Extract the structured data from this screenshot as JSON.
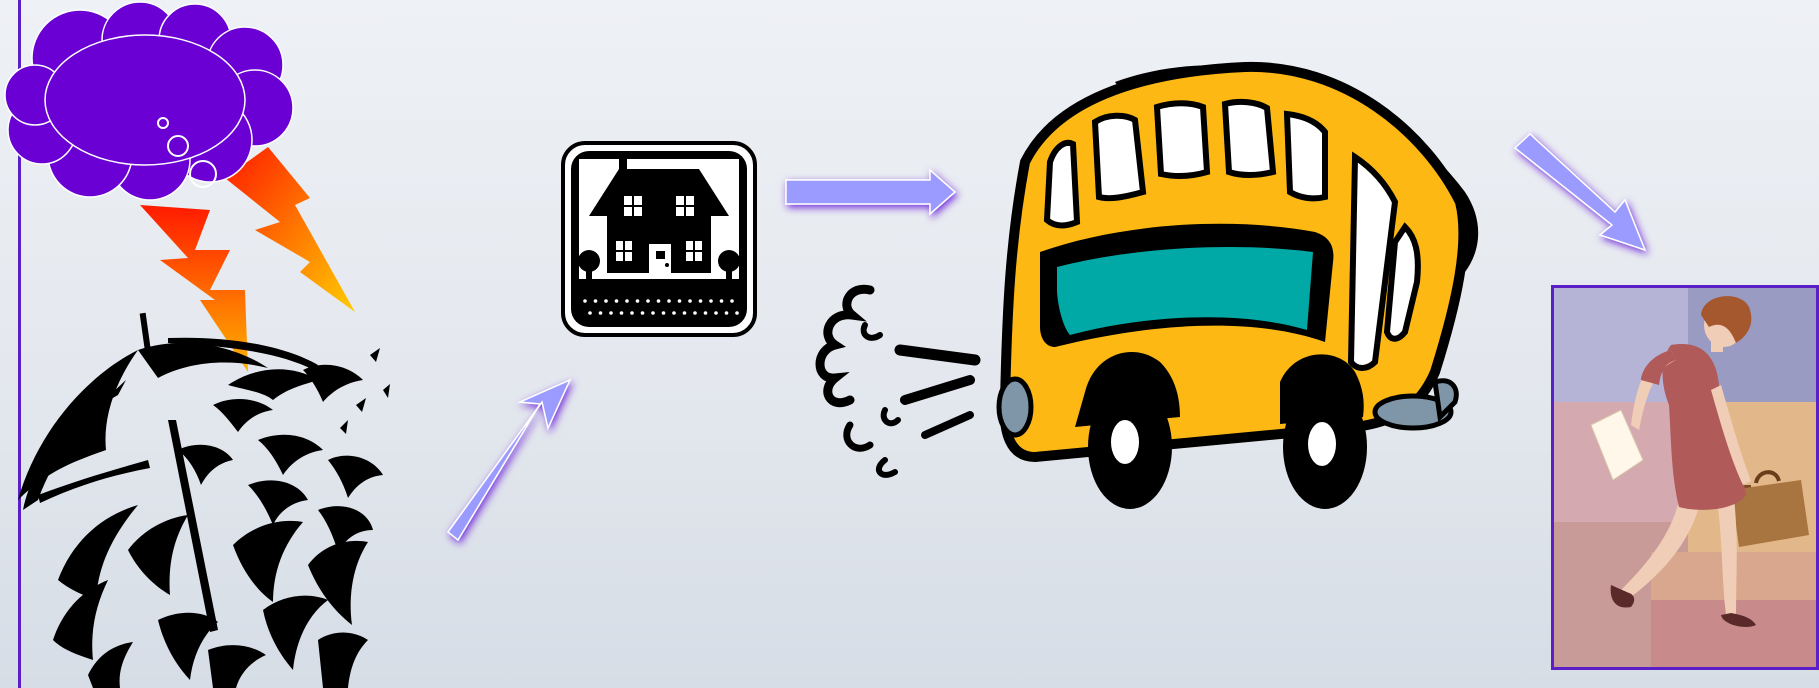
{
  "slide": {
    "background_color": "#e4e8ee",
    "accent_color": "#5a1fc7",
    "arrow_color": "#9b9bff",
    "arrow_glow_color": "#6a1fd9",
    "scenes": [
      {
        "name": "storm-umbrella",
        "icon": "storm-cloud-umbrella-clipart"
      },
      {
        "name": "house",
        "icon": "house-sign-icon"
      },
      {
        "name": "school-bus",
        "icon": "school-bus-clipart"
      },
      {
        "name": "woman-arriving",
        "icon": "woman-with-briefcase-photo"
      }
    ],
    "flow_arrows": [
      "umbrella-to-house",
      "house-to-bus",
      "bus-to-woman"
    ]
  },
  "colors": {
    "cloud": "#6a00d4",
    "lightning_top": "#ff1a00",
    "lightning_bottom": "#ffb300",
    "bus_body": "#fdb813",
    "bus_window_band": "#00a9a5",
    "bus_wheel_cap": "#7f95a8",
    "photo_frame": "#5a1fc7",
    "dress": "#b05a5a",
    "skin": "#f0cdb6",
    "hair": "#a5582e",
    "briefcase": "#a8743f"
  }
}
